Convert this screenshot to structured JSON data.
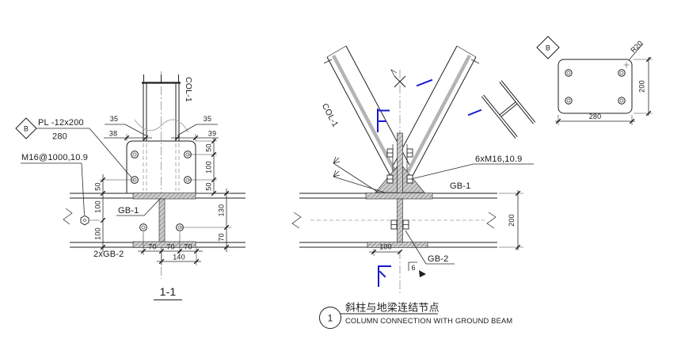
{
  "colors": {
    "line": "#1f1f1f",
    "gray": "#9a9a9a",
    "blue": "#1717cf",
    "hatch": "#6a6a6a"
  },
  "left_view": {
    "marker": "B",
    "plate_label": "PL -12x200",
    "plate_width": "280",
    "anchor_bolt_label": "M16@1000,10.9",
    "column_label": "COL-1",
    "dims": {
      "top_left_a": "35",
      "top_left_b": "38",
      "top_right_a": "35",
      "top_right_b": "39",
      "plate_chain": [
        "50",
        "100",
        "50"
      ],
      "beam_chain": [
        "130",
        "70"
      ],
      "left_chain": [
        "50",
        "100",
        "100"
      ],
      "bolt_spacing": [
        "70",
        "70",
        "70"
      ],
      "bolt_total": "140"
    },
    "ground_beam_label": "GB-1",
    "channel_label": "2xGB-2",
    "section_title": "1-1"
  },
  "center_view": {
    "column_label": "COL-1",
    "bolt_group_label": "6xM16,10.9",
    "ground_beam_label": "GB-1",
    "channel_label": "GB-2",
    "dims": {
      "beam_depth": "200",
      "plate_offset": "100"
    },
    "weld_size": "6"
  },
  "detail_b": {
    "marker": "B",
    "corner_radius": "R20",
    "dims": {
      "height": "200",
      "width": "280"
    }
  },
  "title_block": {
    "number": "1",
    "title_cn": "斜柱与地梁连结节点",
    "title_en": "COLUMN CONNECTION WITH GROUND BEAM"
  }
}
